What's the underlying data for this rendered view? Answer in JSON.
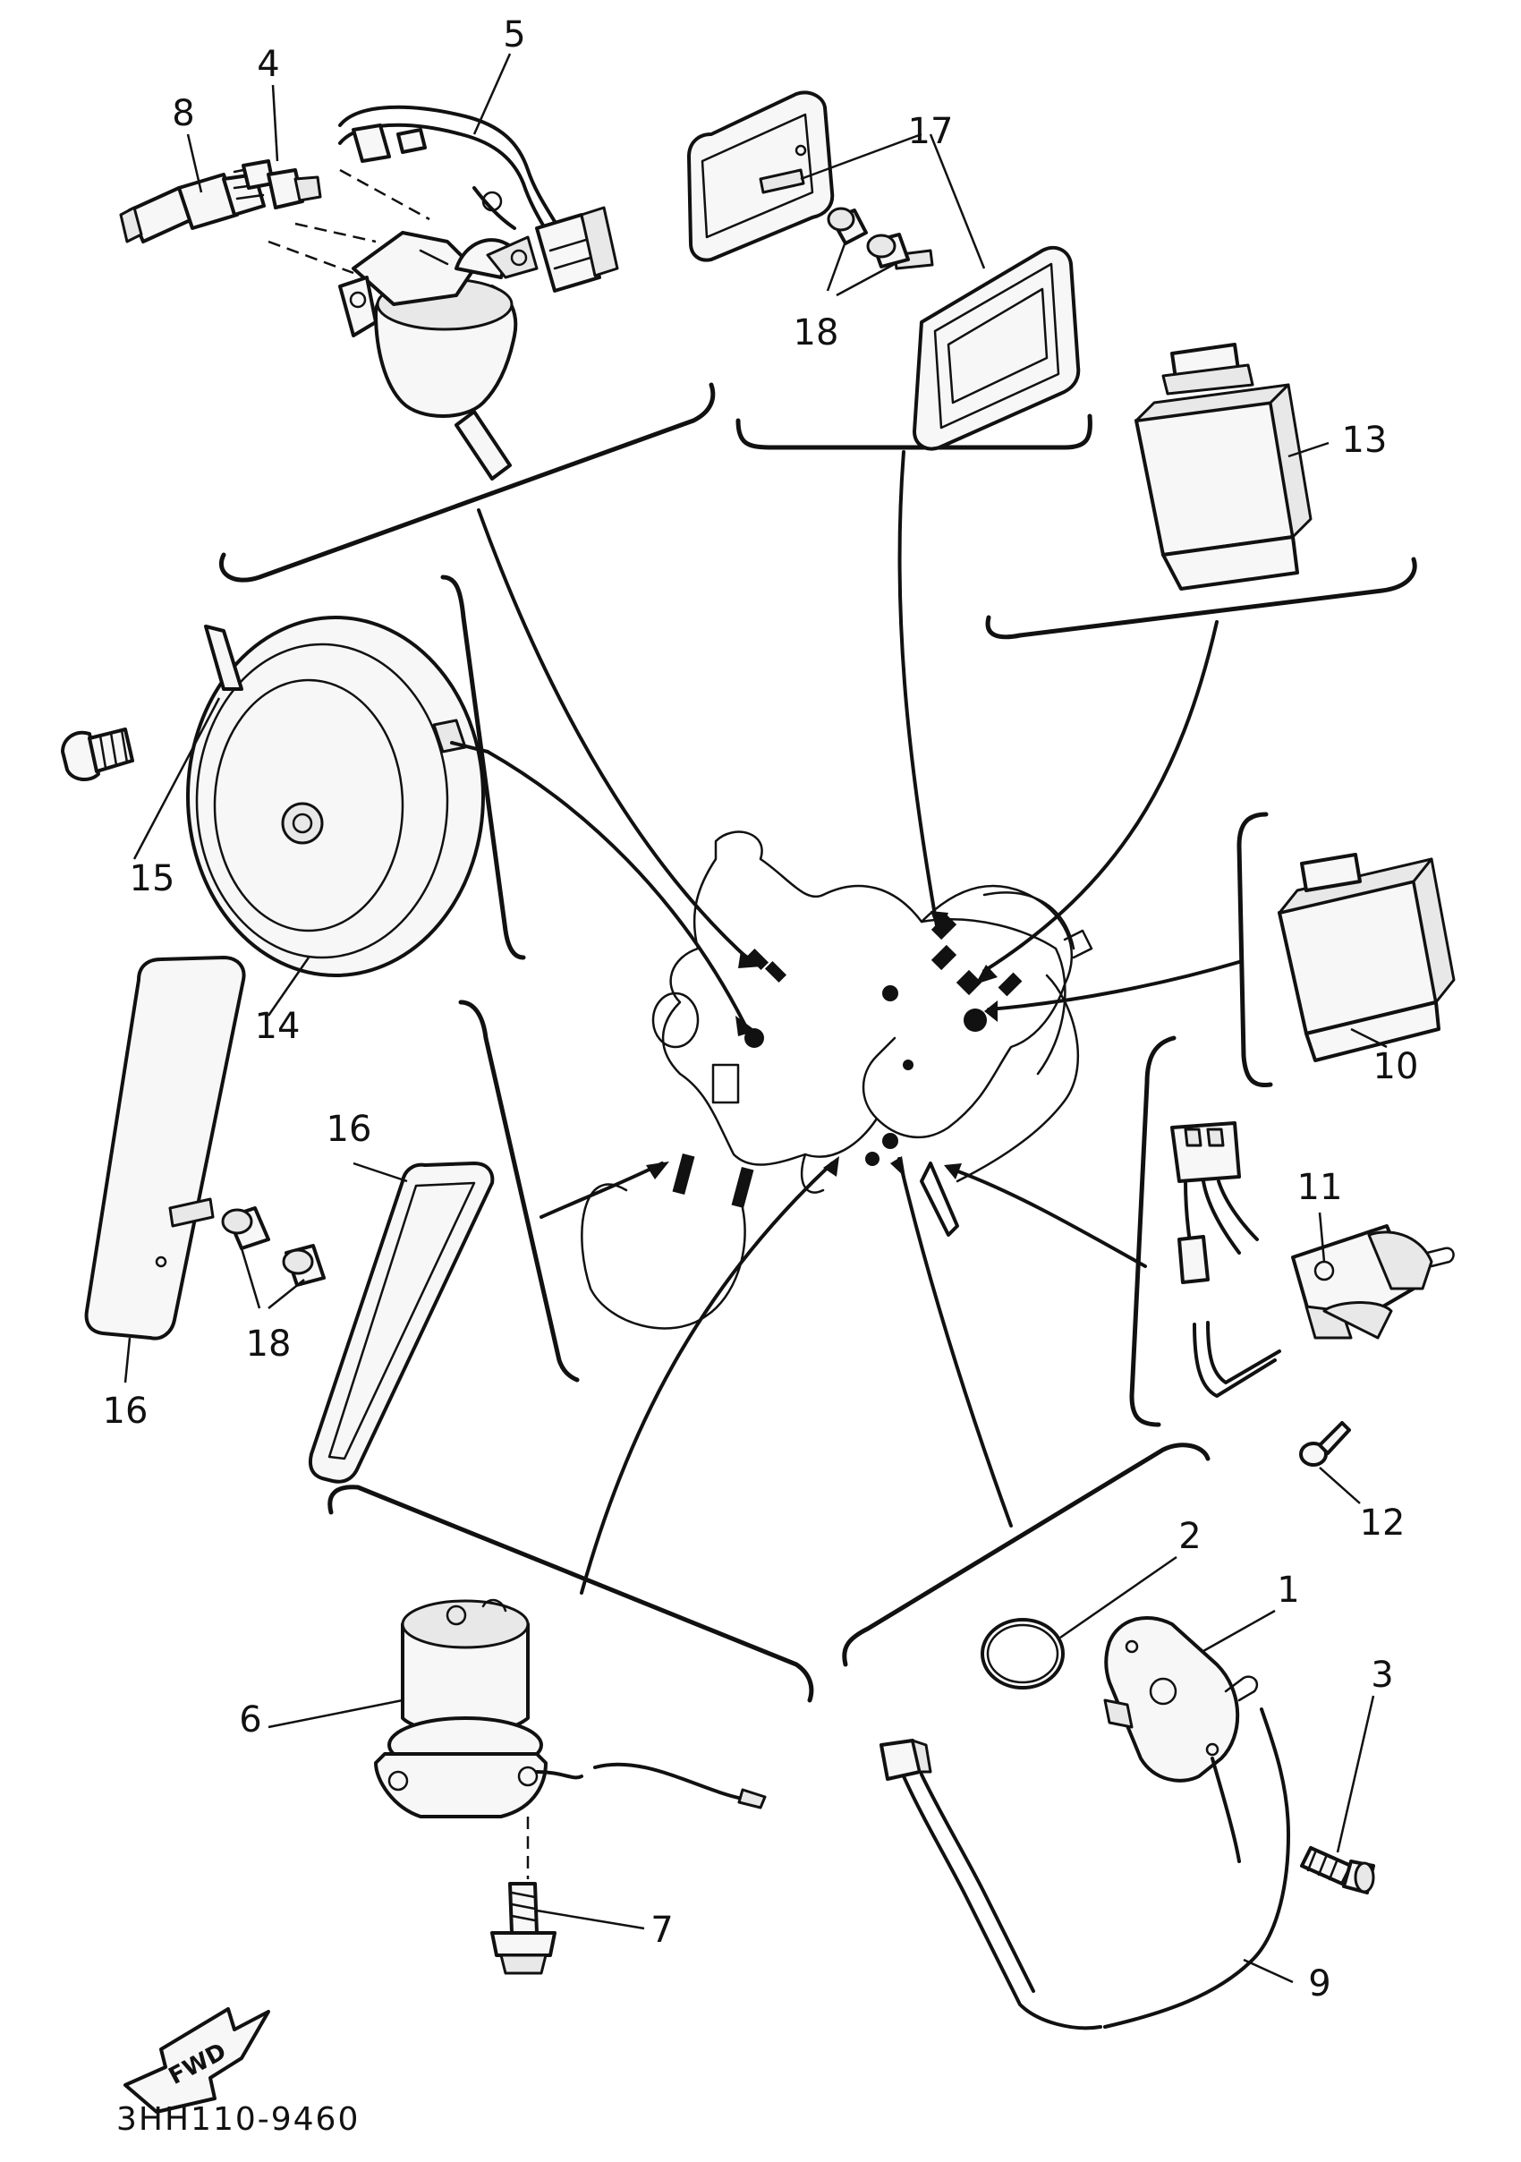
{
  "diagram": {
    "callouts": [
      "1",
      "2",
      "3",
      "4",
      "5",
      "6",
      "7",
      "8",
      "9",
      "10",
      "11",
      "12",
      "13",
      "14",
      "15",
      "16",
      "16",
      "17",
      "18",
      "18"
    ],
    "drawing_code": "3HH110-9460",
    "forward_arrow_text": "FWD"
  },
  "colors": {
    "ink": "#111111",
    "paper": "#ffffff"
  }
}
